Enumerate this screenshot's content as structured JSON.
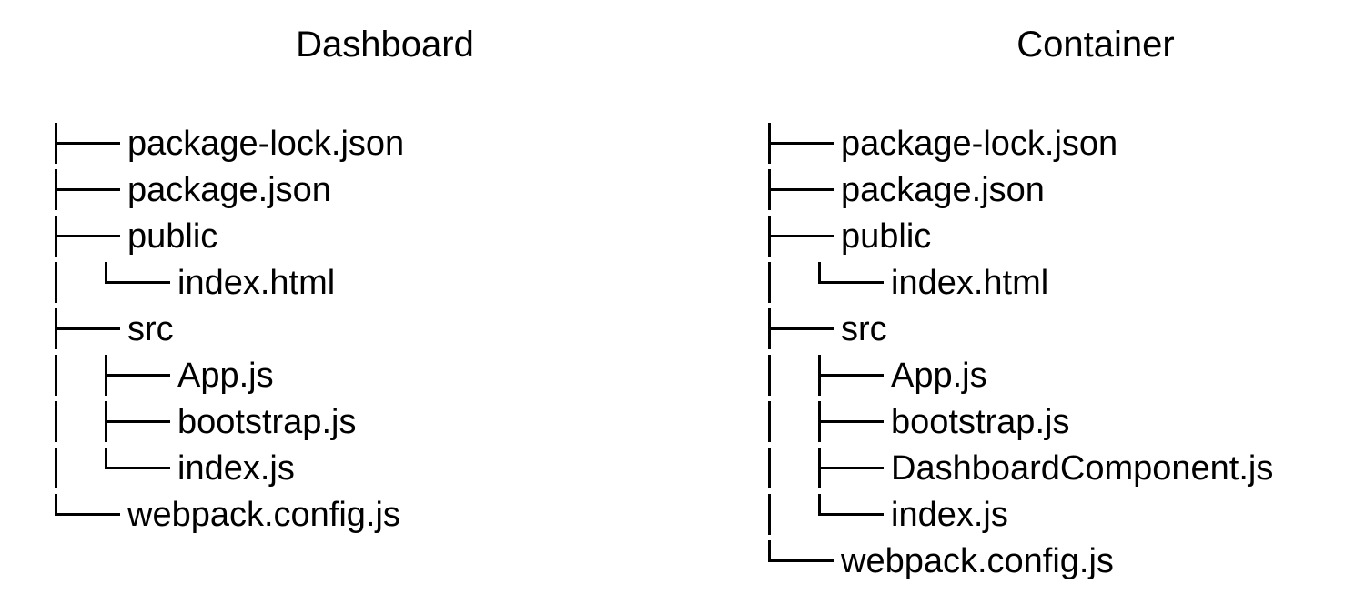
{
  "page": {
    "background_color": "#ffffff",
    "text_color": "#000000",
    "line_color": "#000000"
  },
  "trees": [
    {
      "title": "Dashboard",
      "items": [
        {
          "label": "package-lock.json",
          "prefix": [
            "tee"
          ]
        },
        {
          "label": "package.json",
          "prefix": [
            "tee"
          ]
        },
        {
          "label": "public",
          "prefix": [
            "tee"
          ]
        },
        {
          "label": "index.html",
          "prefix": [
            "bar",
            "elbow"
          ]
        },
        {
          "label": "src",
          "prefix": [
            "tee"
          ]
        },
        {
          "label": "App.js",
          "prefix": [
            "bar",
            "tee"
          ]
        },
        {
          "label": "bootstrap.js",
          "prefix": [
            "bar",
            "tee"
          ]
        },
        {
          "label": "index.js",
          "prefix": [
            "bar",
            "elbow"
          ]
        },
        {
          "label": "webpack.config.js",
          "prefix": [
            "elbow"
          ]
        }
      ]
    },
    {
      "title": "Container",
      "items": [
        {
          "label": "package-lock.json",
          "prefix": [
            "tee"
          ]
        },
        {
          "label": "package.json",
          "prefix": [
            "tee"
          ]
        },
        {
          "label": "public",
          "prefix": [
            "tee"
          ]
        },
        {
          "label": "index.html",
          "prefix": [
            "bar",
            "elbow"
          ]
        },
        {
          "label": "src",
          "prefix": [
            "tee"
          ]
        },
        {
          "label": "App.js",
          "prefix": [
            "bar",
            "tee"
          ]
        },
        {
          "label": "bootstrap.js",
          "prefix": [
            "bar",
            "tee"
          ]
        },
        {
          "label": "DashboardComponent.js",
          "prefix": [
            "bar",
            "tee"
          ]
        },
        {
          "label": "index.js",
          "prefix": [
            "bar",
            "elbow"
          ]
        },
        {
          "label": "webpack.config.js",
          "prefix": [
            "elbow"
          ]
        }
      ]
    }
  ]
}
